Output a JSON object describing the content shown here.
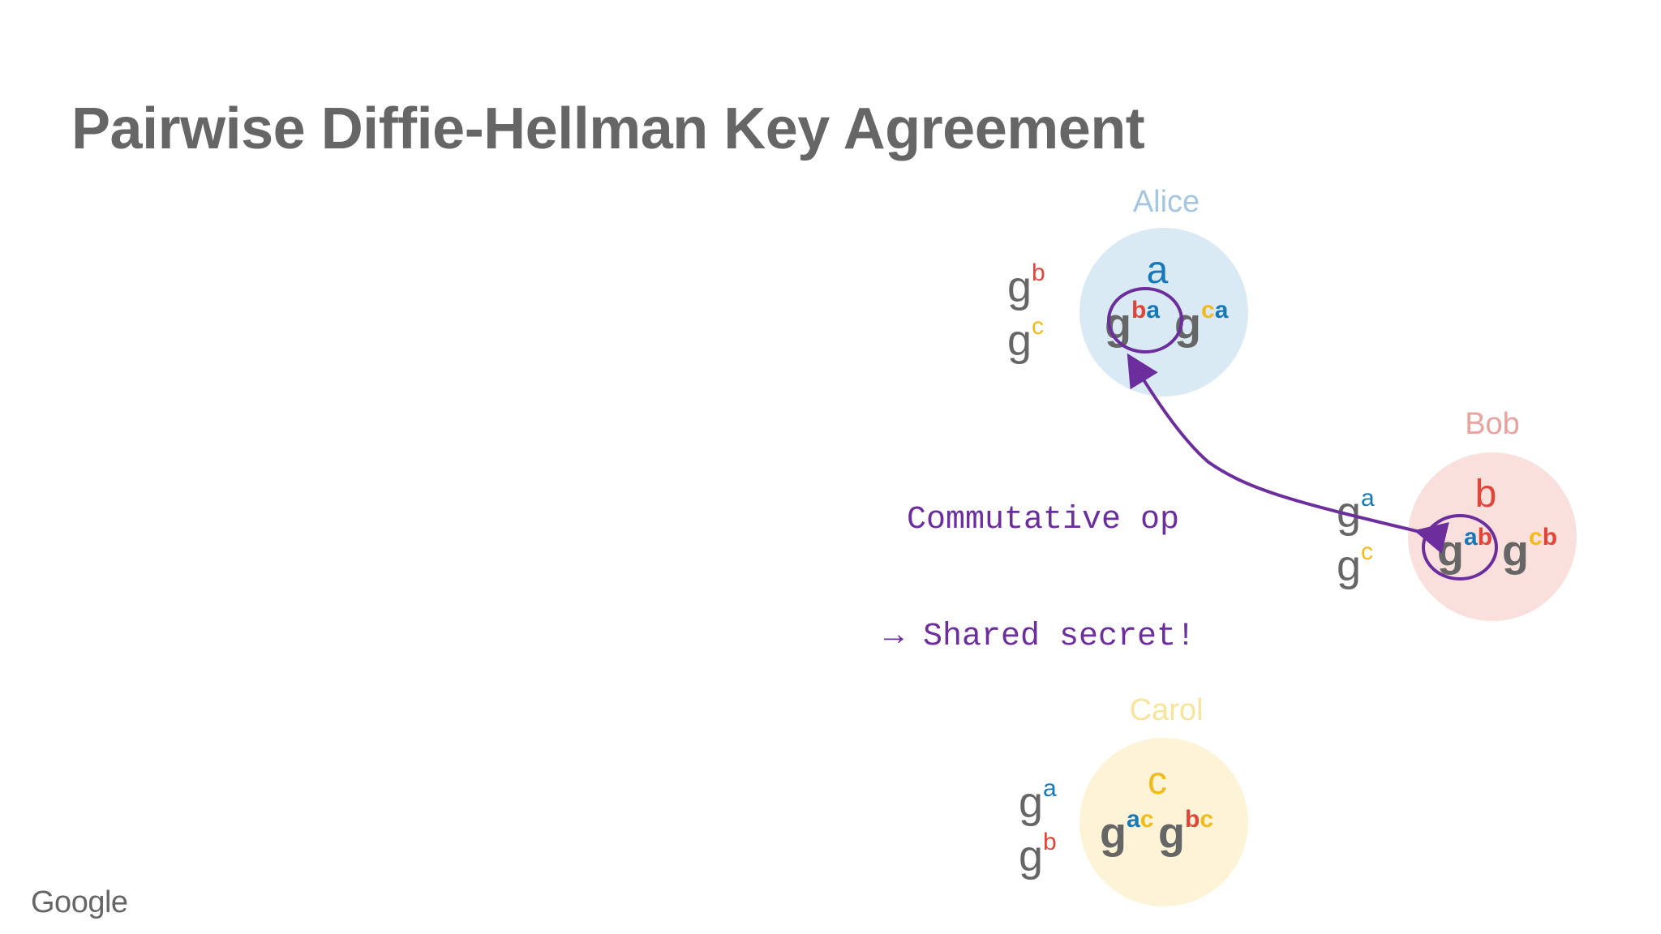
{
  "title": "Pairwise Diffie-Hellman Key Agreement",
  "logo": "Google",
  "colors": {
    "alice": "#1778b8",
    "alice_bg": "#daeaf4",
    "alice_label": "#a5c6e0",
    "bob": "#e0453a",
    "bob_bg": "#fae0dc",
    "bob_label": "#e9a39e",
    "carol": "#f2bb1d",
    "carol_bg": "#fdf3d7",
    "carol_label": "#f9e49b",
    "accent": "#6b2e9c",
    "gray": "#666666"
  },
  "parties": {
    "alice": {
      "name": "Alice",
      "private": "a",
      "received": [
        {
          "base": "g",
          "exp": "b"
        },
        {
          "base": "g",
          "exp": "c"
        }
      ],
      "secrets": [
        {
          "base": "g",
          "e1": "b",
          "e2": "a"
        },
        {
          "base": "g",
          "e1": "c",
          "e2": "a"
        }
      ]
    },
    "bob": {
      "name": "Bob",
      "private": "b",
      "received": [
        {
          "base": "g",
          "exp": "a"
        },
        {
          "base": "g",
          "exp": "c"
        }
      ],
      "secrets": [
        {
          "base": "g",
          "e1": "a",
          "e2": "b"
        },
        {
          "base": "g",
          "e1": "c",
          "e2": "b"
        }
      ]
    },
    "carol": {
      "name": "Carol",
      "private": "c",
      "received": [
        {
          "base": "g",
          "exp": "a"
        },
        {
          "base": "g",
          "exp": "b"
        }
      ],
      "secrets": [
        {
          "base": "g",
          "e1": "a",
          "e2": "c"
        },
        {
          "base": "g",
          "e1": "b",
          "e2": "c"
        }
      ]
    }
  },
  "annotation": {
    "line1": "Commutative op",
    "line2": "→ Shared secret!"
  }
}
